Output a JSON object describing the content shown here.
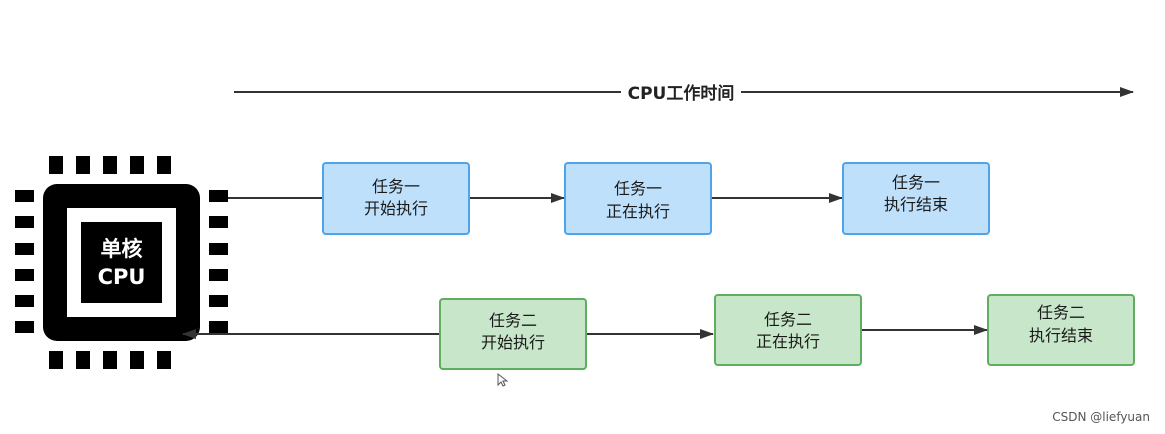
{
  "timeline": {
    "label": "CPU工作时间"
  },
  "cpu": {
    "line1": "单核",
    "line2": "CPU"
  },
  "task1": {
    "boxes": [
      {
        "line1": "任务一",
        "line2": "开始执行"
      },
      {
        "line1": "任务一",
        "line2": "正在执行"
      },
      {
        "line1": "任务一",
        "line2": "执行结束"
      }
    ]
  },
  "task2": {
    "boxes": [
      {
        "line1": "任务二",
        "line2": "开始执行"
      },
      {
        "line1": "任务二",
        "line2": "正在执行"
      },
      {
        "line1": "任务二",
        "line2": "执行结束"
      }
    ]
  },
  "watermark": "CSDN @liefyuan",
  "colors": {
    "task1_fill": "#bfe0fb",
    "task1_stroke": "#4fa3e8",
    "task2_fill": "#c8e6c9",
    "task2_stroke": "#5fae5f",
    "arrow": "#333333",
    "cpu": "#000000"
  }
}
